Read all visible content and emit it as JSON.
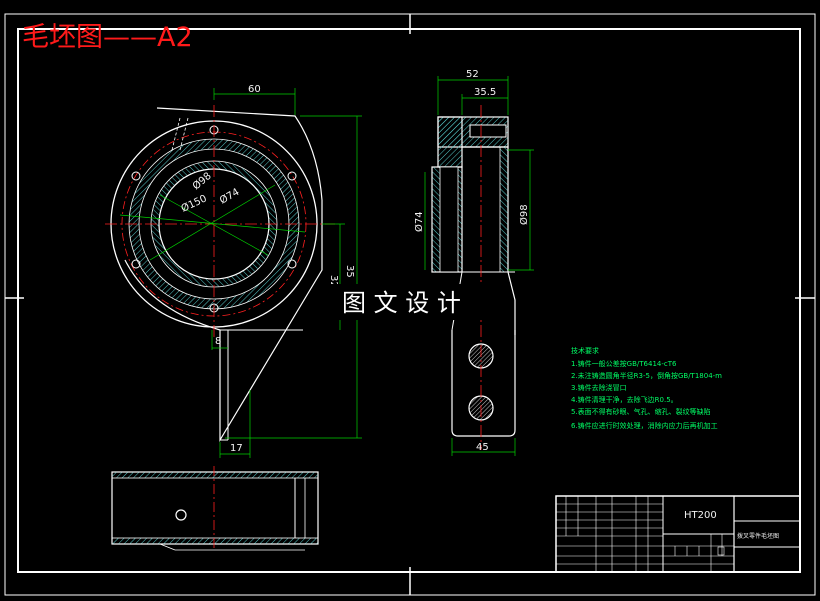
{
  "title": "毛坯图——A2",
  "watermark": "图 文 设 计",
  "dimensions": {
    "top_width_60": "60",
    "side_52": "52",
    "side_35_5": "35.5",
    "dia_150": "Ø150",
    "dia_74_front": "Ø74",
    "dia_98_front": "Ø98",
    "height_32": "32",
    "height_35": "35",
    "width_8": "8",
    "width_17": "17",
    "dia_74_side": "Ø74",
    "dia_98_side": "Ø98",
    "width_45": "45"
  },
  "tech_notes": {
    "title": "技术要求",
    "items": [
      "1.铸件一般公差按GB/T6414-cT6",
      "2.未注铸造圆角半径R3-5，倒角按GB/T1804-m",
      "3.铸件去除浇冒口",
      "4.铸件清理干净，去除飞边R0.5。",
      "5.表面不得有砂眼、气孔、缩孔、裂纹等缺陷",
      "6.铸件应进行时效处理，消除内应力后再机加工"
    ]
  },
  "title_block": {
    "material": "HT200",
    "part_name": "拨叉零件毛坯图"
  },
  "colors": {
    "background": "#000000",
    "frame": "#ffffff",
    "outline": "#ffffff",
    "dimension": "#00d200",
    "centerline": "#ff2020",
    "hatch": "#55c8c8",
    "title": "#ff1a1a",
    "notes": "#00ff66"
  }
}
